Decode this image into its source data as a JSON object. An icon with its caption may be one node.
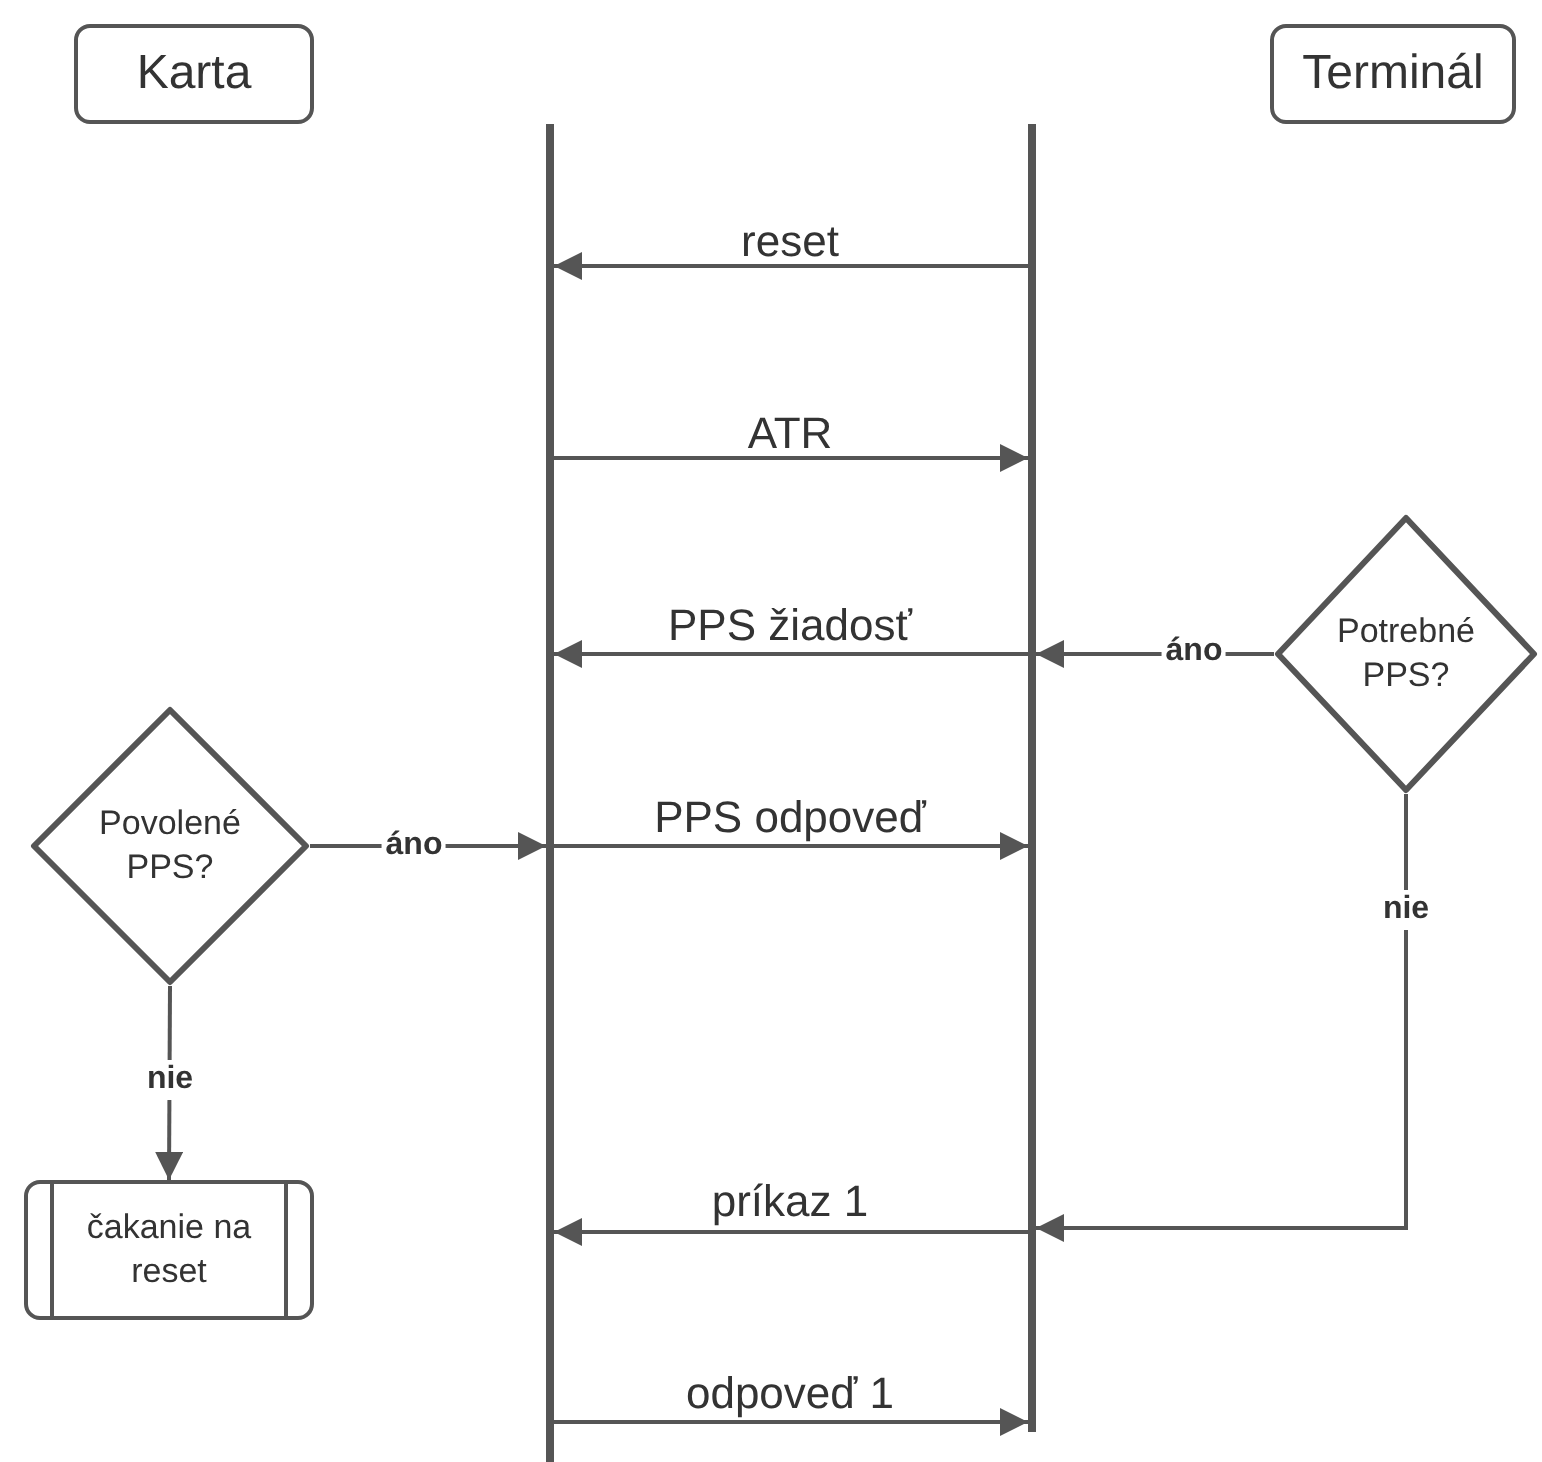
{
  "diagram": {
    "nodes": [
      {
        "text": [
          "Karta"
        ]
      },
      {
        "text": [
          "Terminál"
        ]
      },
      {
        "text": [],
        "shape": "bar"
      },
      {
        "text": [],
        "shape": "bar"
      },
      {
        "text": [
          "Potrebné PPS?"
        ]
      },
      {
        "text": [
          "Povolené PPS?"
        ]
      },
      {
        "text": [
          "čakanie na reset"
        ]
      }
    ],
    "edges": [
      {
        "from": 3,
        "to": 2,
        "arrow": "to",
        "label": "reset"
      },
      {
        "from": 2,
        "to": 3,
        "arrow": "to",
        "label": "ATR"
      },
      {
        "from": 4,
        "to": 3,
        "arrow": "to",
        "label": "áno"
      },
      {
        "from": 3,
        "to": 2,
        "arrow": "to",
        "label": "PPS žiadosť"
      },
      {
        "from": 5,
        "to": 2,
        "arrow": "to",
        "label": "áno"
      },
      {
        "from": 2,
        "to": 3,
        "arrow": "to",
        "label": "PPS odpoveď"
      },
      {
        "from": 5,
        "to": 6,
        "arrow": "to",
        "label": "nie"
      },
      {
        "from": 4,
        "to": 3,
        "arrow": "to",
        "label": "nie"
      },
      {
        "from": 3,
        "to": 2,
        "arrow": "to",
        "label": "príkaz 1"
      },
      {
        "from": 2,
        "to": 3,
        "arrow": "to",
        "label": "odpoveď 1"
      }
    ]
  }
}
